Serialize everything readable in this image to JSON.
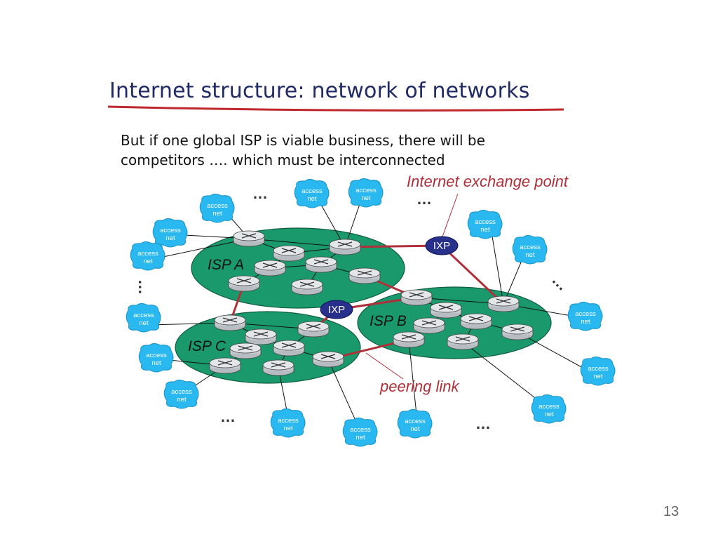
{
  "title": "Internet structure: network of networks",
  "subtitle": {
    "line1": "But if one global ISP is viable business, there will be",
    "line2": "competitors …. which must be interconnected"
  },
  "diagram": {
    "annotations": {
      "ixp": "Internet exchange point",
      "peering": "peering link"
    },
    "isps": [
      {
        "id": "A",
        "label": "ISP A"
      },
      {
        "id": "B",
        "label": "ISP B"
      },
      {
        "id": "C",
        "label": "ISP C"
      }
    ],
    "ixp_label": "IXP",
    "access_net": {
      "line1": "access",
      "line2": "net"
    },
    "ellipsis": "…",
    "colors": {
      "isp_fill": "#1a9a6c",
      "access_cloud": "#29b8f0",
      "ixp_fill": "#27308a",
      "peering_link": "#b0303a",
      "title_underline": "#c0272d"
    }
  },
  "page_number": "13"
}
